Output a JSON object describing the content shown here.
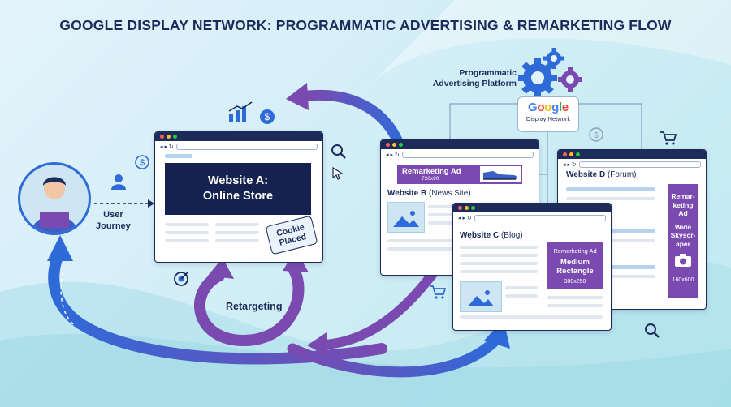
{
  "title": "GOOGLE DISPLAY NETWORK: PROGRAMMATIC ADVERTISING & REMARKETING FLOW",
  "platform": {
    "label_line1": "Programmatic",
    "label_line2": "Advertising Platform",
    "google": "Google",
    "network": "Display Network"
  },
  "user": {
    "journey_line1": "User",
    "journey_line2": "Journey"
  },
  "website_a": {
    "name_line1": "Website A:",
    "name_line2": "Online Store",
    "cookie_line1": "Cookie",
    "cookie_line2": "Placed"
  },
  "website_b": {
    "name": "Website B",
    "type": "(News Site)",
    "ad_label": "Remarketing Ad",
    "ad_size": "728x90"
  },
  "website_c": {
    "name": "Website C",
    "type": "(Blog)",
    "ad_label": "Remarketing Ad",
    "ad_title_line1": "Medium",
    "ad_title_line2": "Rectangle",
    "ad_size": "300x250"
  },
  "website_d": {
    "name": "Website D",
    "type": "(Forum)",
    "ad_line1": "Remar-",
    "ad_line2": "keting",
    "ad_line3": "Ad",
    "ad_line4": "Wide",
    "ad_line5": "Skyscr-",
    "ad_line6": "aper",
    "ad_size": "160x600"
  },
  "retargeting_label": "Retargeting",
  "colors": {
    "navy": "#1c2b5a",
    "purple": "#7a4ab0",
    "blue": "#2f6ad9",
    "google_blue": "#4285F4",
    "google_red": "#EA4335",
    "google_yellow": "#FBBC05",
    "google_green": "#34A853"
  },
  "icons": [
    "bar-chart-icon",
    "dollar-icon",
    "user-icon",
    "search-icon",
    "cursor-icon",
    "target-icon",
    "cart-icon",
    "gear-icon",
    "camera-icon",
    "shoe-icon",
    "image-icon"
  ]
}
